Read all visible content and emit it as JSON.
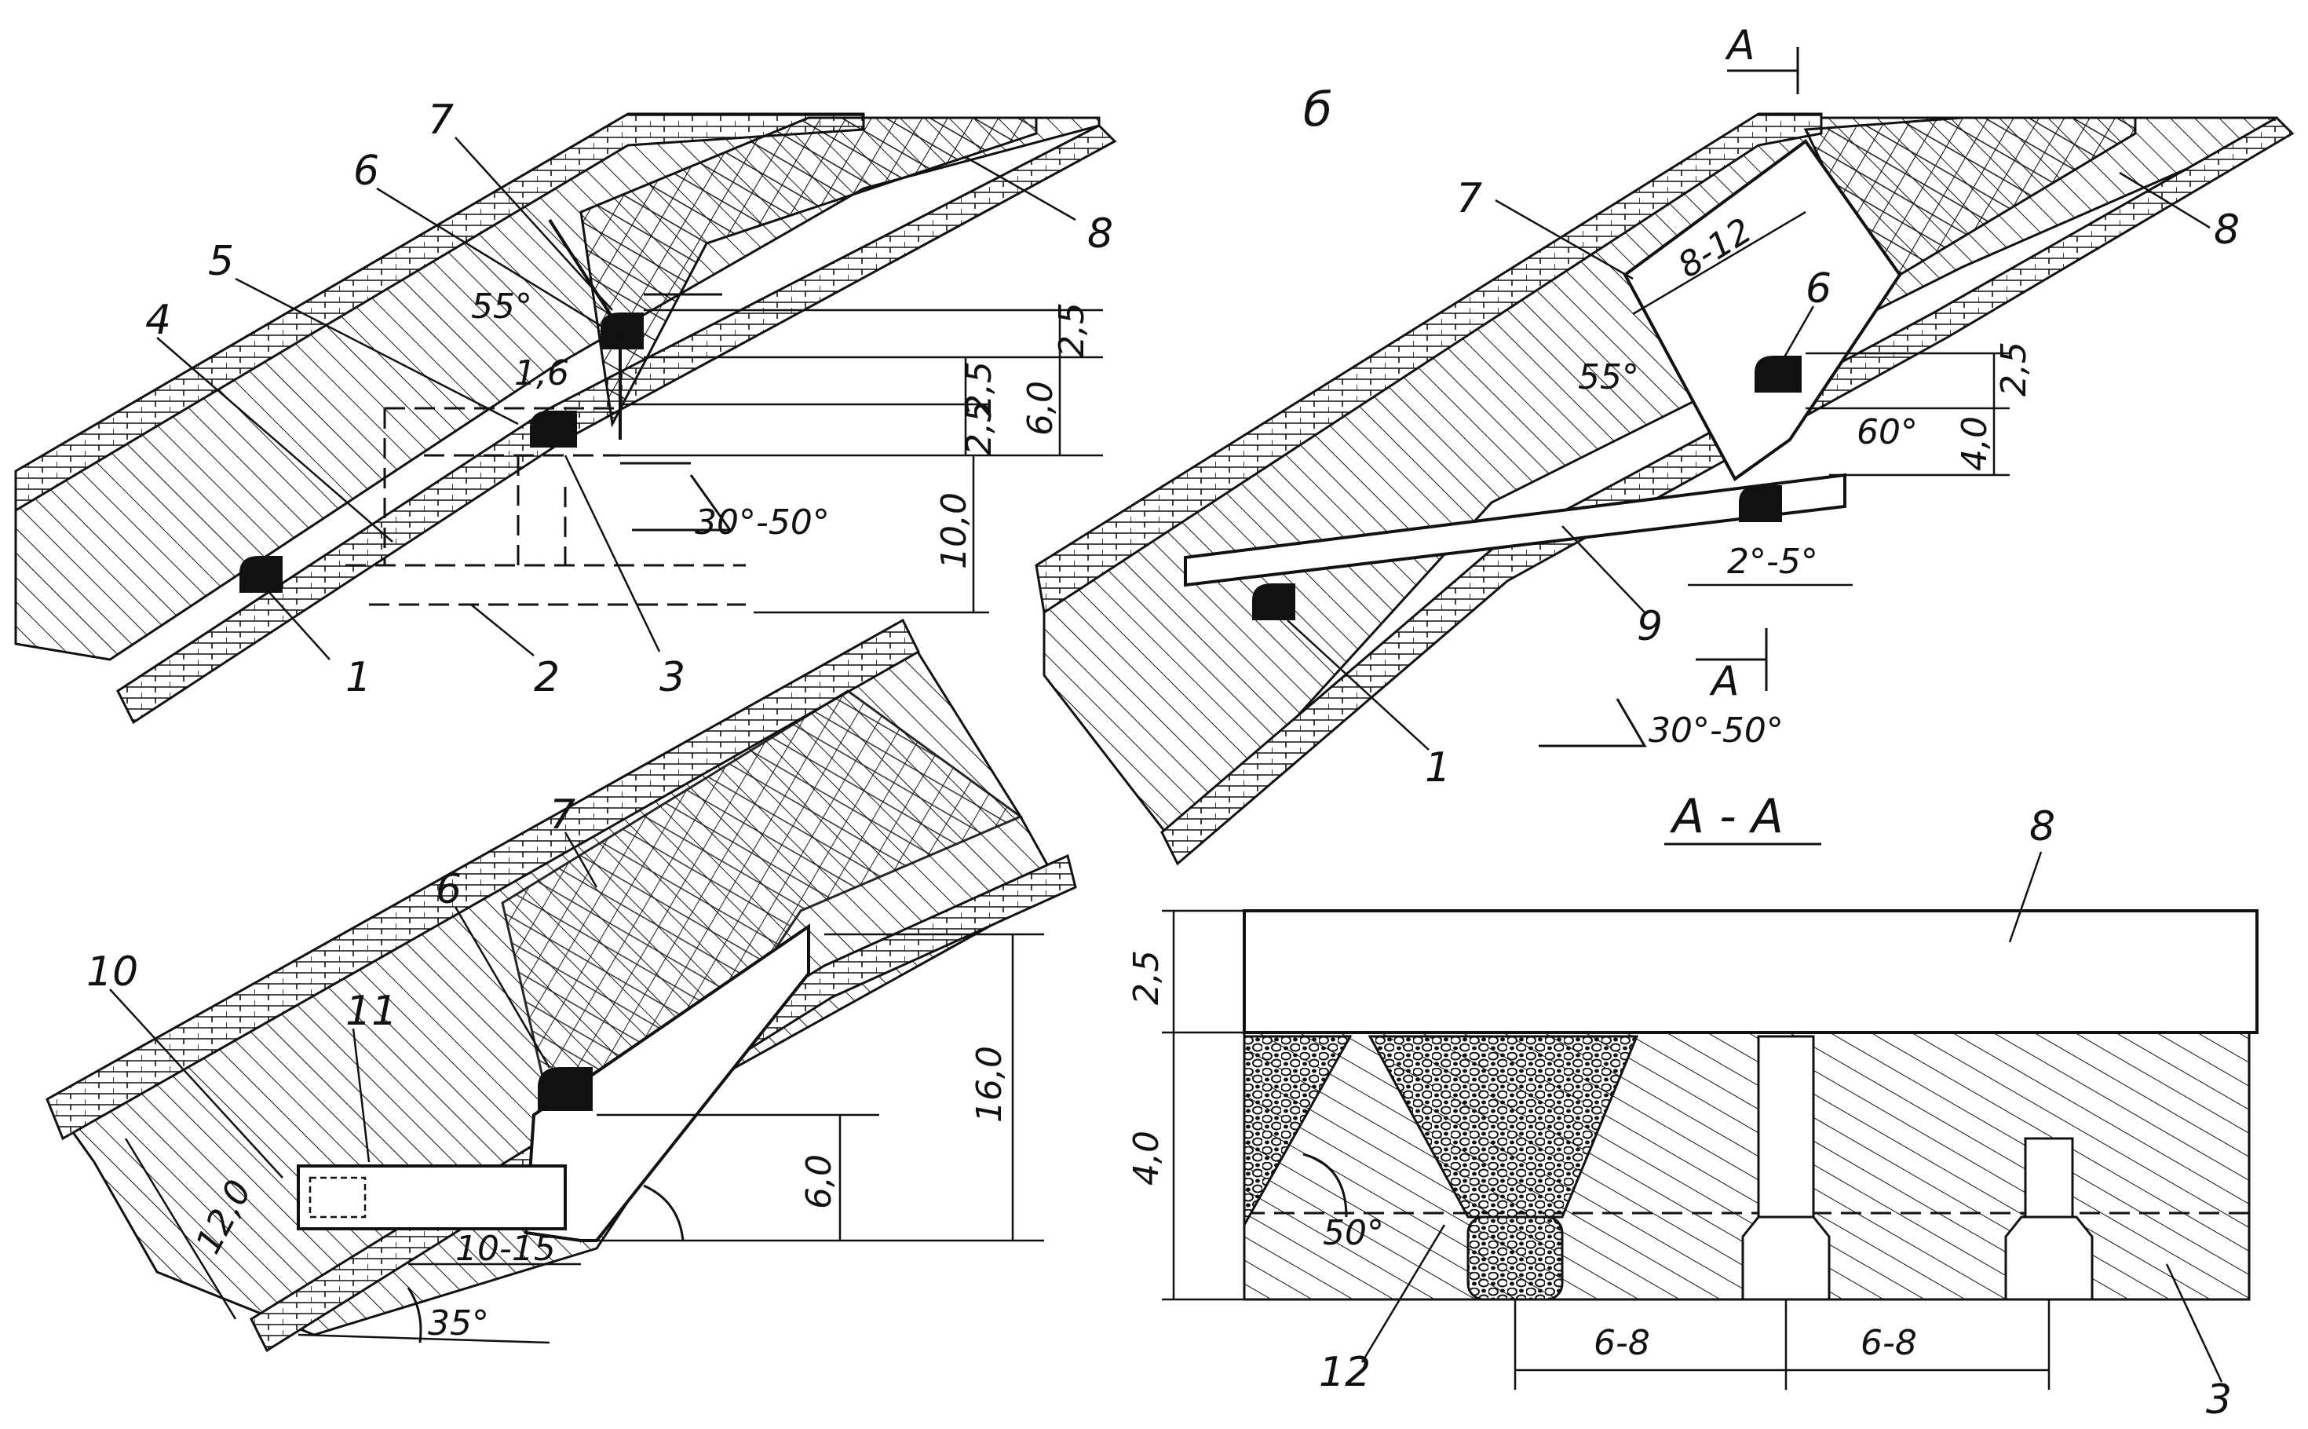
{
  "colors": {
    "ink": "#111111",
    "paper": "#ffffff"
  },
  "panel_a": {
    "callouts": [
      "1",
      "2",
      "3",
      "4",
      "5",
      "6",
      "7",
      "8"
    ],
    "dims": {
      "h_top": "2,5",
      "h_mid": "2,5",
      "h_low": "2,5",
      "h_total": "6,0",
      "h_base": "10,0",
      "w_small": "1,6"
    },
    "angles": {
      "steep": "55°",
      "dip": "30°-50°"
    }
  },
  "panel_b": {
    "letter": "б",
    "section_mark": "A",
    "callouts": [
      "1",
      "6",
      "7",
      "8",
      "9"
    ],
    "dims": {
      "width": "8-12",
      "h_top": "2,5",
      "h_total": "4,0"
    },
    "angles": {
      "steep": "55°",
      "wall": "60°",
      "tilt": "2°-5°",
      "dip": "30°-50°"
    }
  },
  "panel_c": {
    "callouts": [
      "6",
      "7",
      "10",
      "11"
    ],
    "dims": {
      "h_big": "16,0",
      "h_small": "6,0",
      "slope": "12,0",
      "length": "10-15"
    },
    "angles": {
      "dip": "35°"
    }
  },
  "section_aa": {
    "title": "A - A",
    "callouts": [
      "3",
      "8",
      "12"
    ],
    "dims": {
      "h_top": "2,5",
      "h_low": "4,0",
      "spacing_1": "6-8",
      "spacing_2": "6-8"
    },
    "angles": {
      "cone": "50°"
    }
  }
}
